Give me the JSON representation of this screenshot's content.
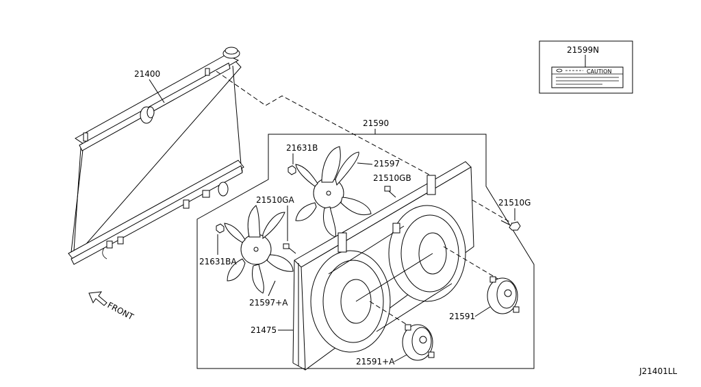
{
  "diagram": {
    "drawing_code": "J21401LL",
    "front_label": "FRONT",
    "callouts": {
      "radiator": "21400",
      "motor_fan_assembly": "21590",
      "caution_label_part": "21599N",
      "caution_text": "CAUTION",
      "nut_upper": "21631B",
      "fan_blade_upper": "21597",
      "bolt_upper_inner": "21510GB",
      "bolt_lower_inner": "21510GA",
      "bolt_right": "21510G",
      "nut_lower": "21631BA",
      "fan_blade_lower": "21597+A",
      "shroud": "21475",
      "motor_right": "21591",
      "motor_lower": "21591+A"
    }
  }
}
